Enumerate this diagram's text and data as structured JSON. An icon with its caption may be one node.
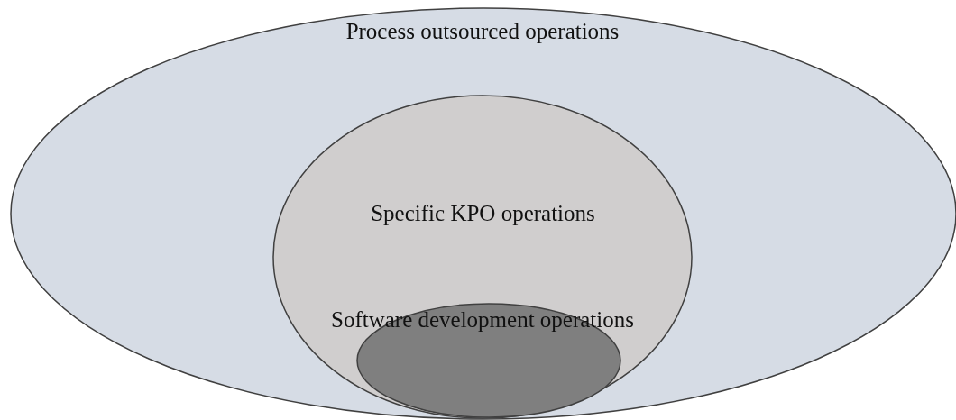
{
  "diagram": {
    "nodes": [
      {
        "text": [
          "Process outsourced operations"
        ]
      },
      {
        "text": [
          "Specific KPO operations"
        ],
        "in": 0
      },
      {
        "text": [
          "Software development operations"
        ],
        "in": 1
      }
    ],
    "edges": []
  }
}
